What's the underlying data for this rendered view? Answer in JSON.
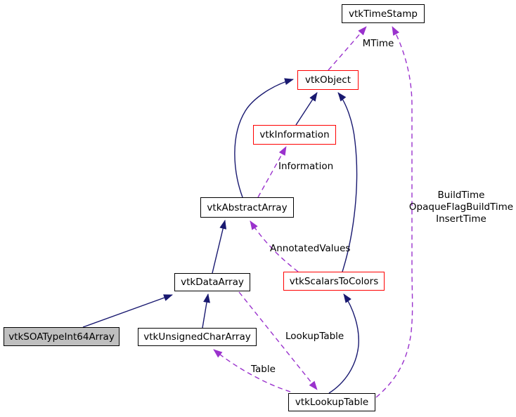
{
  "diagram": {
    "nodes": {
      "timestamp": {
        "label": "vtkTimeStamp"
      },
      "object": {
        "label": "vtkObject"
      },
      "information": {
        "label": "vtkInformation"
      },
      "abstract_array": {
        "label": "vtkAbstractArray"
      },
      "data_array": {
        "label": "vtkDataArray"
      },
      "scalars_to_colors": {
        "label": "vtkScalarsToColors"
      },
      "soa_type_int64_array": {
        "label": "vtkSOATypeInt64Array"
      },
      "unsigned_char_array": {
        "label": "vtkUnsignedCharArray"
      },
      "lookup_table": {
        "label": "vtkLookupTable"
      }
    },
    "edge_labels": {
      "mtime": "MTime",
      "lookup_table_times": [
        "BuildTime",
        "OpaqueFlagBuildTime",
        "InsertTime"
      ],
      "information": "Information",
      "annotated_values": "AnnotatedValues",
      "lookup_table": "LookupTable",
      "table": "Table"
    },
    "colors": {
      "inheritance_edge": "#191970",
      "usage_edge": "#9a32cd",
      "highlighted_node_border": "#ff0000",
      "node_border": "#000000",
      "current_node_fill": "#bfbfbf",
      "node_fill": "#ffffff",
      "text": "#000000",
      "background": "#ffffff"
    }
  }
}
